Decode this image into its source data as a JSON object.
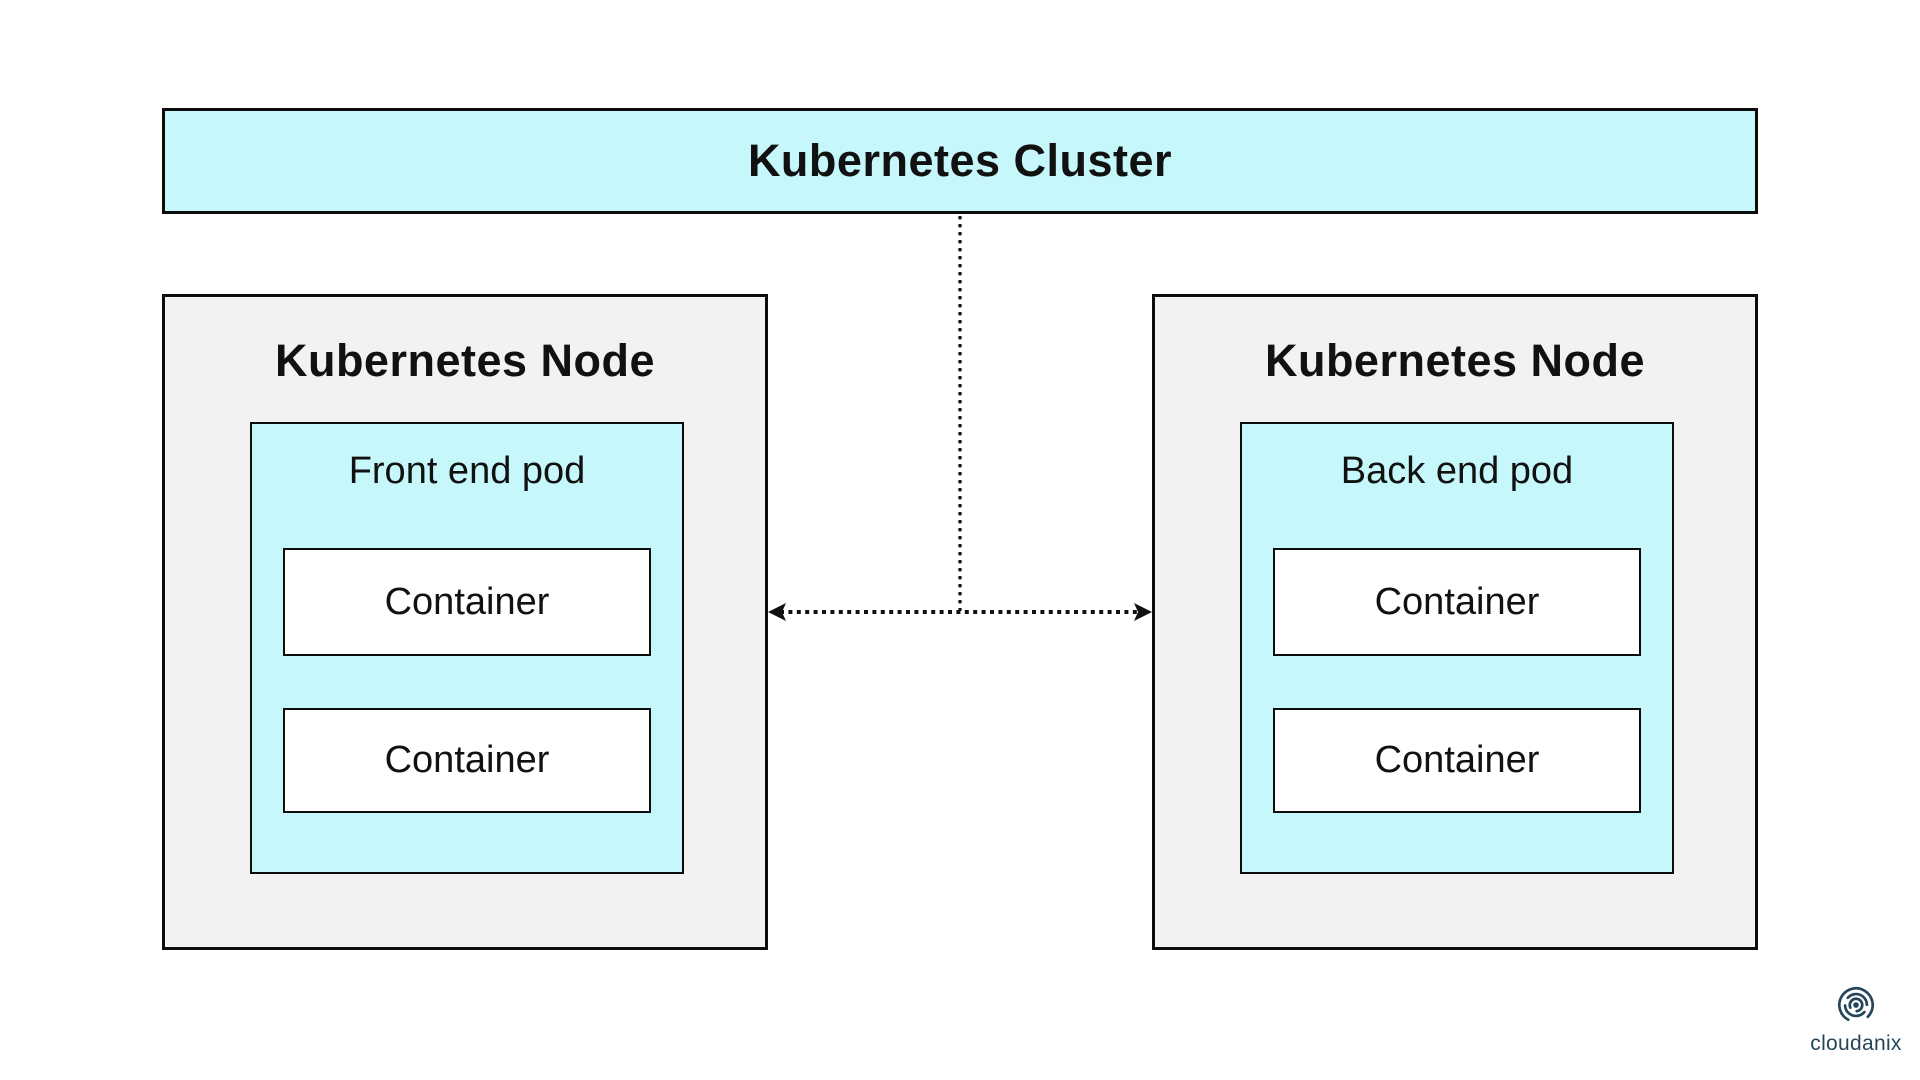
{
  "diagram": {
    "cluster": {
      "label": "Kubernetes Cluster"
    },
    "nodes": [
      {
        "label": "Kubernetes Node",
        "pod": {
          "label": "Front end pod",
          "containers": [
            "Container",
            "Container"
          ]
        }
      },
      {
        "label": "Kubernetes Node",
        "pod": {
          "label": "Back end pod",
          "containers": [
            "Container",
            "Container"
          ]
        }
      }
    ],
    "connectors": [
      {
        "type": "dotted-line",
        "from": "cluster",
        "to": "node-link-junction"
      },
      {
        "type": "dotted-double-arrow",
        "between": [
          "left-node",
          "right-node"
        ]
      }
    ],
    "colors": {
      "background": "#ffffff",
      "pod_fill": "#c6f8fb",
      "node_fill": "#f2f2f2",
      "border": "#0d0d0d",
      "connector": "#111111",
      "logo": "#25465a"
    }
  },
  "branding": {
    "logo_text": "cloudanix",
    "logo_icon": "ripple-target-icon"
  }
}
